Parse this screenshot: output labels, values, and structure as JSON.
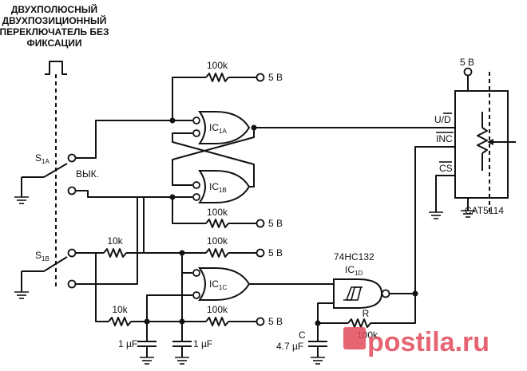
{
  "diagram": {
    "switch_label": [
      "ДВУХПОЛЮСНЫЙ",
      "ДВУХПОЗИЦИОННЫЙ",
      "ПЕРЕКЛЮЧАТЕЛЬ БЕЗ",
      "ФИКСАЦИИ"
    ],
    "switch_a": "S",
    "switch_a_sub": "1A",
    "switch_b": "S",
    "switch_b_sub": "1B",
    "off_label": "ВЫК.",
    "supply": "5 В",
    "r_100k": "100k",
    "r_10k": "10k",
    "cap_1uf": "1 µF",
    "gate_prefix": "IC",
    "gate_1a_sub": "1A",
    "gate_1b_sub": "1B",
    "gate_1c_sub": "1C",
    "gate_1d_sub": "1D",
    "schmitt_part": "74HC132",
    "pot_part": "CAT5114",
    "pin_ud": "U/D",
    "pin_inc": "INC",
    "pin_cs": "CS",
    "r_label": "R",
    "r_value": "100k",
    "c_label": "C",
    "c_value": "4.7 µF",
    "watermark": "postila.ru"
  }
}
